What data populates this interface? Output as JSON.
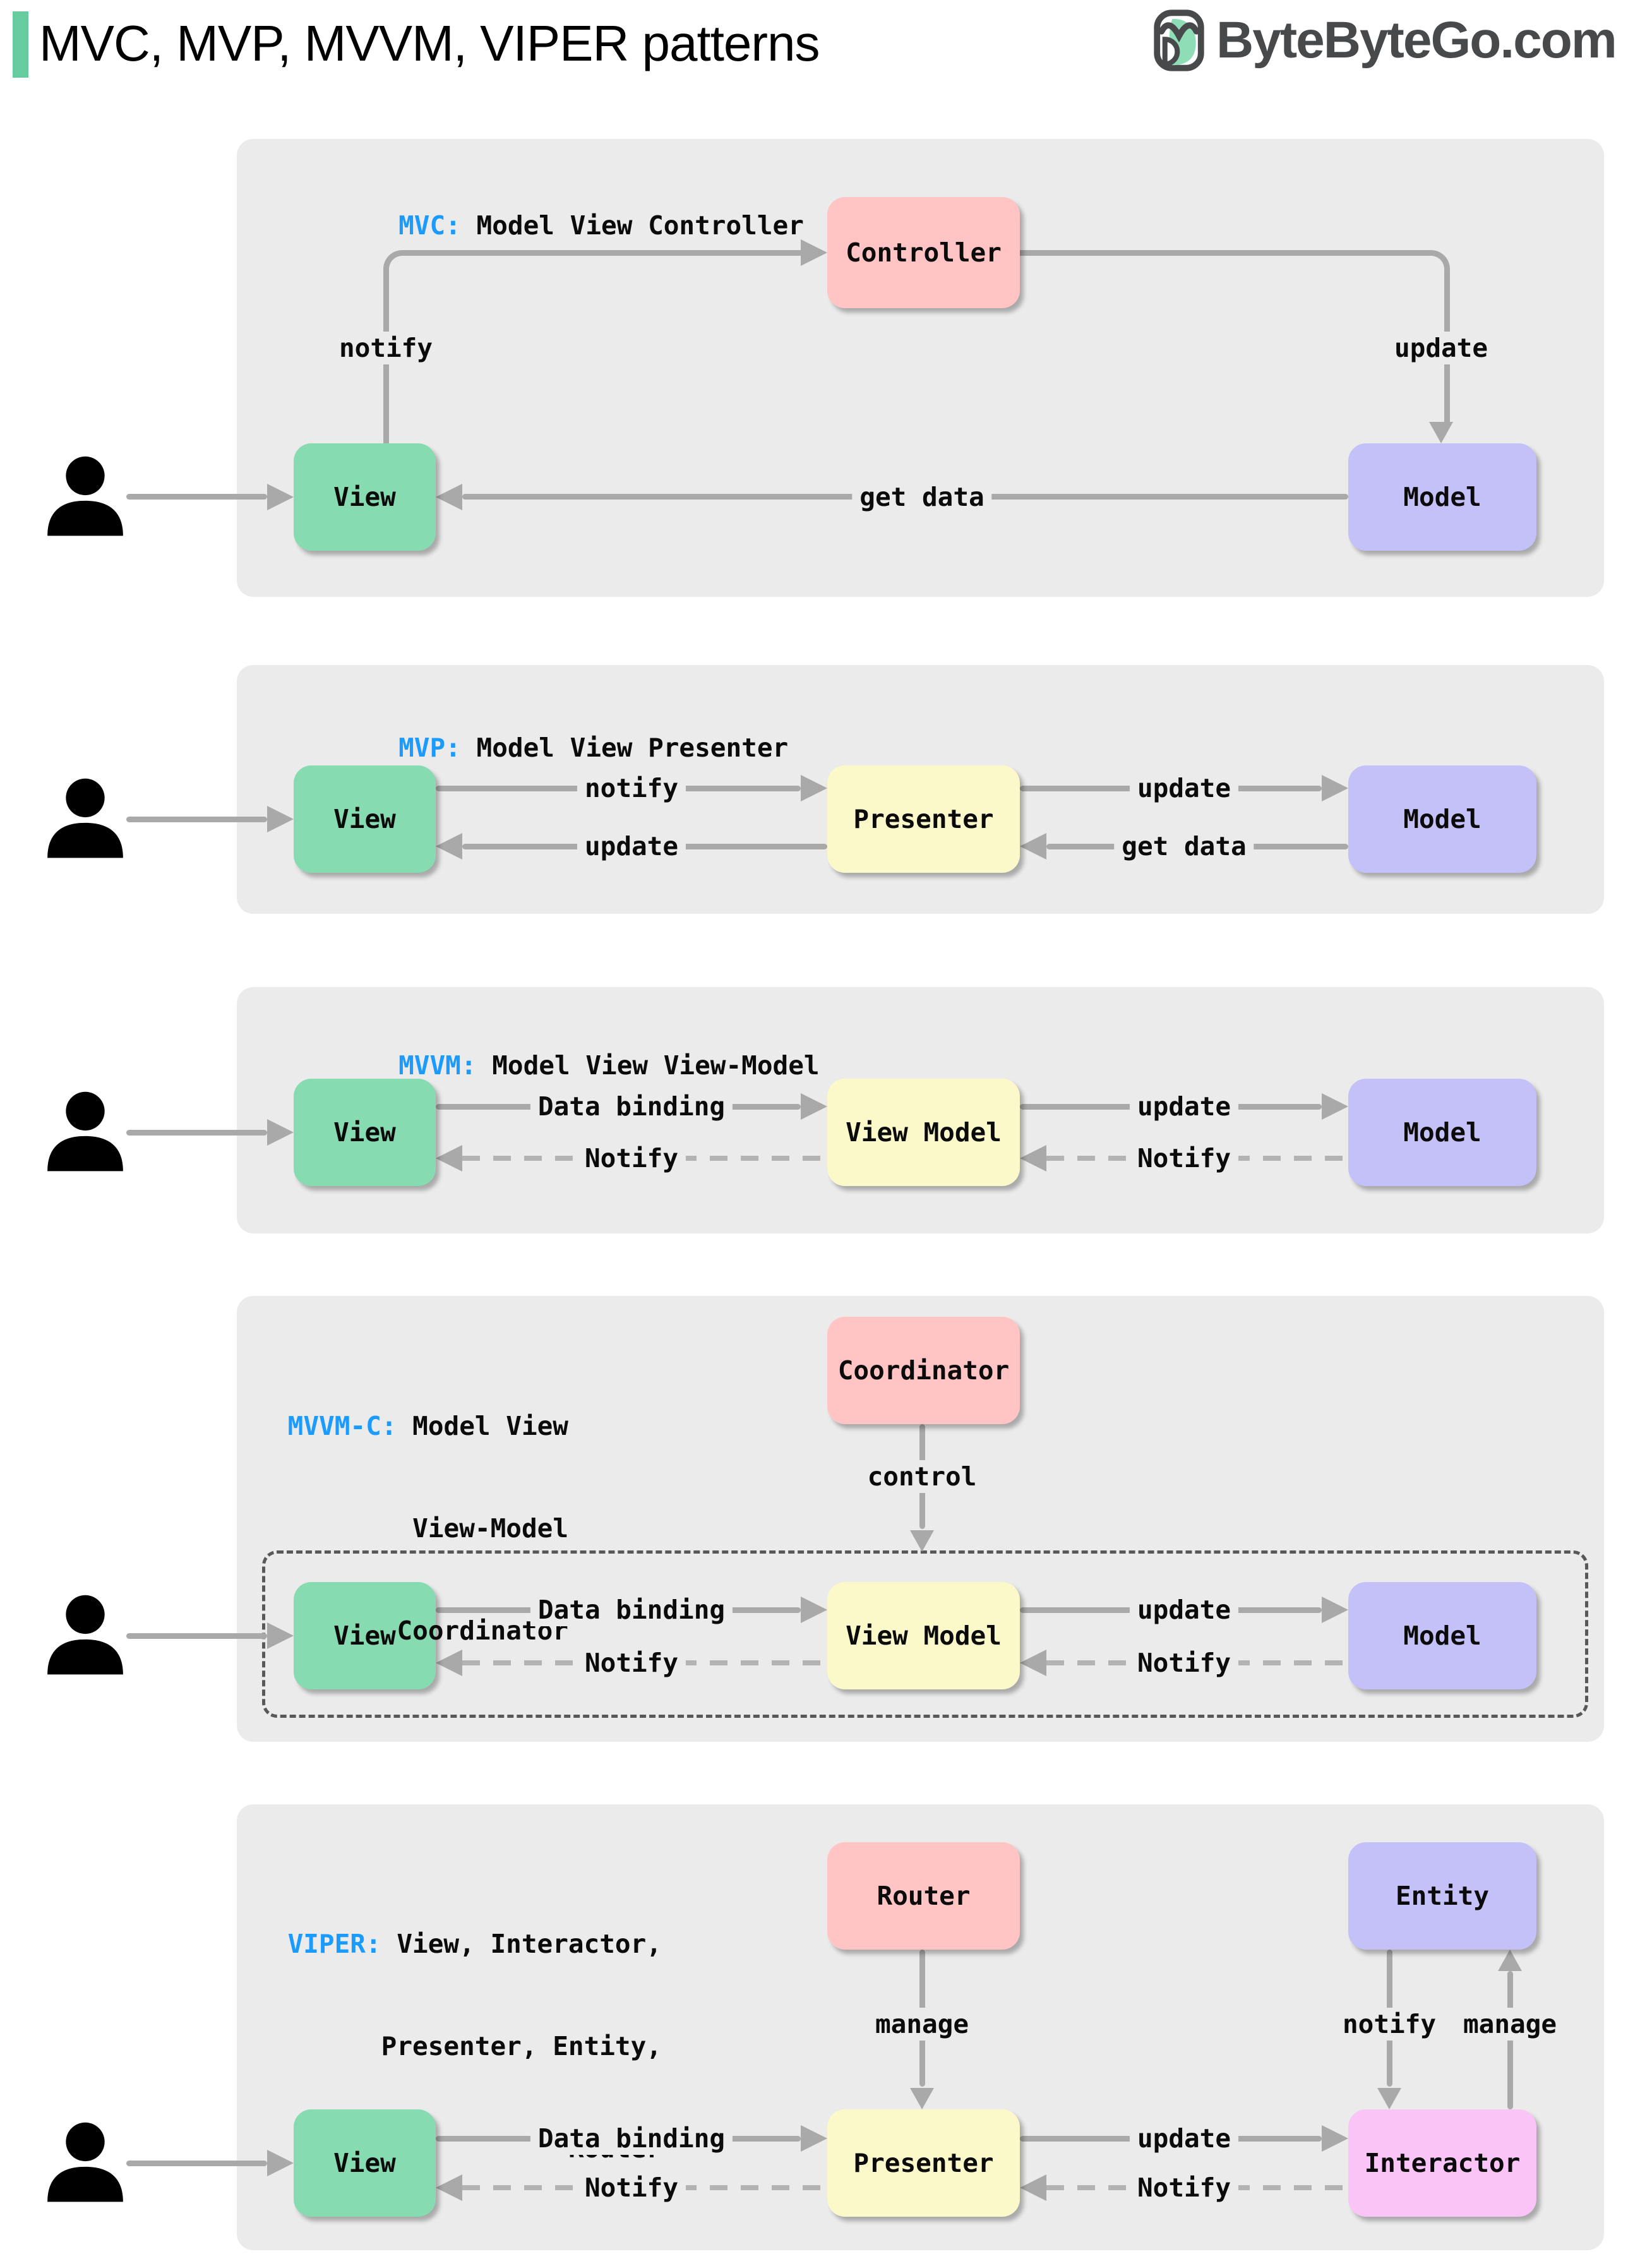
{
  "header": {
    "title": "MVC, MVP, MVVM, VIPER patterns",
    "brand": "ByteByteGo.com"
  },
  "colors": {
    "accent_green": "#67CBA0",
    "keyword_blue": "#1C9BFF",
    "panel_gray": "#EBEBEB",
    "arrow_gray": "#A9A9A9",
    "view_green": "#86DBB1",
    "controller_pink": "#FFC4C3",
    "presenter_yellow": "#FBF9C9",
    "model_purple": "#C4C1F8",
    "interactor_magenta": "#FAC4F6",
    "logo_charcoal": "#47494B"
  },
  "icons": {
    "user": "person-icon",
    "brand": "bird-logo-icon"
  },
  "panels": [
    {
      "name": "MVC",
      "prefix": "MVC:",
      "title": " Model View Controller",
      "boxes": {
        "view": "View",
        "controller": "Controller",
        "model": "Model"
      },
      "labels": {
        "notify": "notify",
        "update": "update",
        "get_data": "get data"
      }
    },
    {
      "name": "MVP",
      "prefix": "MVP:",
      "title": " Model View Presenter",
      "boxes": {
        "view": "View",
        "presenter": "Presenter",
        "model": "Model"
      },
      "labels": {
        "notify": "notify",
        "update_to_model": "update",
        "update_to_view": "update",
        "get_data": "get data"
      }
    },
    {
      "name": "MVVM",
      "prefix": "MVVM:",
      "title": " Model View View-Model",
      "boxes": {
        "view": "View",
        "view_model": "View Model",
        "model": "Model"
      },
      "labels": {
        "data_binding": "Data binding",
        "notify_to_view": "Notify",
        "update": "update",
        "notify_to_view_model": "Notify"
      }
    },
    {
      "name": "MVVM-C",
      "prefix": "MVVM-C:",
      "title_lines": [
        " Model View",
        "View-Model",
        "Coordinator"
      ],
      "boxes": {
        "coordinator": "Coordinator",
        "view": "View",
        "view_model": "View Model",
        "model": "Model"
      },
      "labels": {
        "control": "control",
        "data_binding": "Data binding",
        "notify_to_view": "Notify",
        "update": "update",
        "notify_to_view_model": "Notify"
      }
    },
    {
      "name": "VIPER",
      "prefix": "VIPER:",
      "title_lines": [
        " View, Interactor,",
        "Presenter, Entity,",
        "Router"
      ],
      "boxes": {
        "router": "Router",
        "entity": "Entity",
        "view": "View",
        "presenter": "Presenter",
        "interactor": "Interactor"
      },
      "labels": {
        "manage_presenter": "manage",
        "notify_interactor": "notify",
        "manage_entity": "manage",
        "data_binding": "Data binding",
        "notify_to_view": "Notify",
        "update": "update",
        "notify_to_presenter": "Notify"
      }
    }
  ]
}
